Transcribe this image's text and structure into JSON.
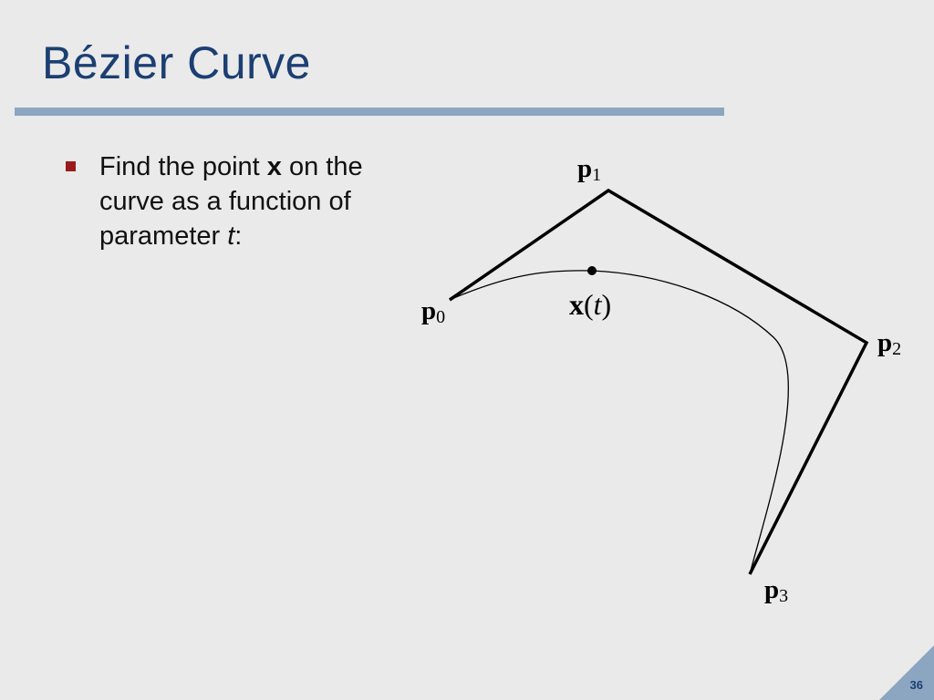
{
  "slide": {
    "title": "Bézier Curve",
    "bullet": {
      "text_1": "Find the point ",
      "bold": "x",
      "text_2": " on the curve as a function of parameter ",
      "italic": "t",
      "text_3": ":"
    },
    "page_number": "36"
  },
  "diagram": {
    "points": [
      {
        "id": "p0",
        "main": "p",
        "sub": "0"
      },
      {
        "id": "p1",
        "main": "p",
        "sub": "1"
      },
      {
        "id": "p2",
        "main": "p",
        "sub": "2"
      },
      {
        "id": "p3",
        "main": "p",
        "sub": "3"
      }
    ],
    "curve_point": {
      "main": "x",
      "open": "(",
      "param": "t",
      "close": ")"
    }
  },
  "colors": {
    "title": "#1c3f72",
    "rule": "#8ca6c2",
    "bullet": "#9b1b1b",
    "corner": "#8ca6c2",
    "background": "#eaeaea"
  }
}
